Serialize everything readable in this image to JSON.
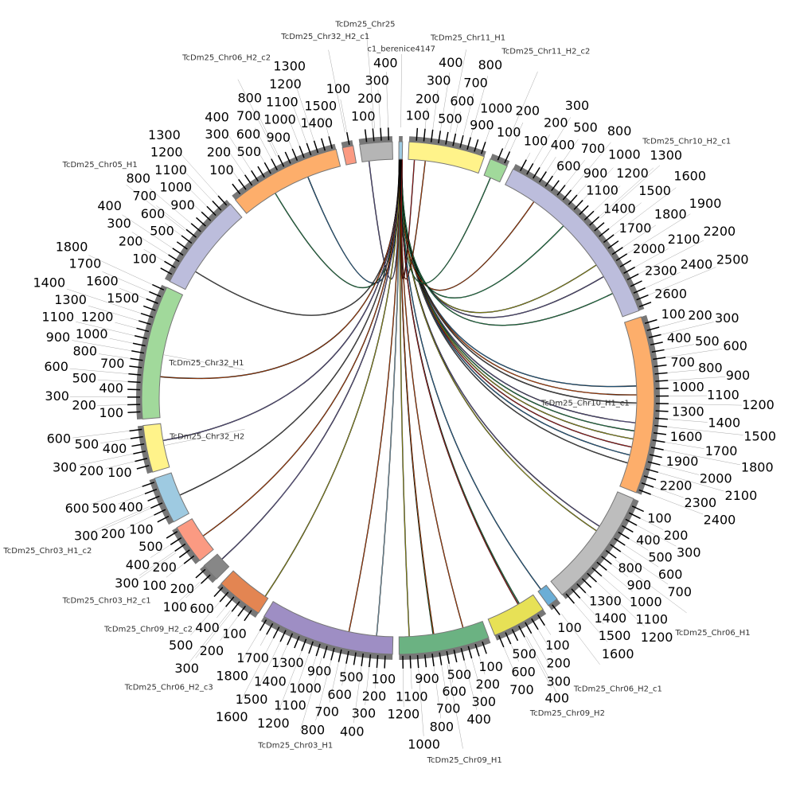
{
  "chart_data": {
    "type": "chord",
    "title": "",
    "tick_interval": 100,
    "sectors": [
      {
        "name": "c1_berenice4147",
        "length": 50,
        "color": "#9ecae1"
      },
      {
        "name": "TcDm25_Chr11_H1",
        "length": 1050,
        "color": "#fff38a"
      },
      {
        "name": "TcDm25_Chr11_H2_c2",
        "length": 250,
        "color": "#a1d99b"
      },
      {
        "name": "TcDm25_Chr10_H2_c1",
        "length": 2650,
        "color": "#bcbddc"
      },
      {
        "name": "TcDm25_Chr10_H1_c1",
        "length": 2450,
        "color": "#fdae6b"
      },
      {
        "name": "TcDm25_Chr06_H1",
        "length": 1650,
        "color": "#bdbdbd"
      },
      {
        "name": "TcDm25_Chr06_H2_c1",
        "length": 150,
        "color": "#6baed6"
      },
      {
        "name": "TcDm25_Chr09_H2",
        "length": 750,
        "color": "#e7e156"
      },
      {
        "name": "TcDm25_Chr09_H1",
        "length": 1250,
        "color": "#6bb282"
      },
      {
        "name": "TcDm25_Chr03_H1",
        "length": 1850,
        "color": "#9e8ec4"
      },
      {
        "name": "TcDm25_Chr06_H2_c3",
        "length": 650,
        "color": "#e38552"
      },
      {
        "name": "TcDm25_Chr09_H2_c2",
        "length": 250,
        "color": "#878787"
      },
      {
        "name": "TcDm25_Chr03_H2_c1",
        "length": 550,
        "color": "#fb9a82"
      },
      {
        "name": "TcDm25_Chr03_H1_c2",
        "length": 650,
        "color": "#9ecae1"
      },
      {
        "name": "TcDm25_Chr32_H2",
        "length": 650,
        "color": "#fff38a"
      },
      {
        "name": "TcDm25_Chr32_H1",
        "length": 1850,
        "color": "#a1d99b"
      },
      {
        "name": "TcDm25_Chr05_H1",
        "length": 1350,
        "color": "#bcbddc"
      },
      {
        "name": "TcDm25_Chr06_H2_c2",
        "length": 1550,
        "color": "#fdae6b"
      },
      {
        "name": "TcDm25_Chr32_H2_c1",
        "length": 150,
        "color": "#fb9a82"
      },
      {
        "name": "TcDm25_Chr25",
        "length": 450,
        "color": "#b5b5b5"
      }
    ],
    "links": [
      {
        "from": [
          0,
          5
        ],
        "to": [
          17,
          515
        ],
        "color": "#2ca25f"
      },
      {
        "from": [
          0,
          8
        ],
        "to": [
          17,
          1050
        ],
        "color": "#3182bd"
      },
      {
        "from": [
          0,
          10
        ],
        "to": [
          19,
          100
        ],
        "color": "#756bb1"
      },
      {
        "from": [
          0,
          6
        ],
        "to": [
          16,
          300
        ],
        "color": "#636363"
      },
      {
        "from": [
          0,
          12
        ],
        "to": [
          15,
          600
        ],
        "color": "#e6550d"
      },
      {
        "from": [
          0,
          14
        ],
        "to": [
          14,
          400
        ],
        "color": "#756bb1"
      },
      {
        "from": [
          0,
          15
        ],
        "to": [
          13,
          300
        ],
        "color": "#636363"
      },
      {
        "from": [
          0,
          16
        ],
        "to": [
          12,
          250
        ],
        "color": "#e6550d"
      },
      {
        "from": [
          0,
          18
        ],
        "to": [
          11,
          150
        ],
        "color": "#756bb1"
      },
      {
        "from": [
          0,
          20
        ],
        "to": [
          10,
          50
        ],
        "color": "#bcbd22"
      },
      {
        "from": [
          0,
          20
        ],
        "to": [
          9,
          650
        ],
        "color": "#e6550d"
      },
      {
        "from": [
          0,
          22
        ],
        "to": [
          9,
          240
        ],
        "color": "#9ecae1"
      },
      {
        "from": [
          0,
          24
        ],
        "to": [
          8,
          1100
        ],
        "color": "#bcbd22"
      },
      {
        "from": [
          0,
          25
        ],
        "to": [
          8,
          750
        ],
        "color": "#2ca25f"
      },
      {
        "from": [
          0,
          26
        ],
        "to": [
          8,
          740
        ],
        "color": "#e6550d"
      },
      {
        "from": [
          0,
          27
        ],
        "to": [
          8,
          300
        ],
        "color": "#e6550d"
      },
      {
        "from": [
          0,
          28
        ],
        "to": [
          7,
          240
        ],
        "color": "#2ca25f"
      },
      {
        "from": [
          0,
          29
        ],
        "to": [
          7,
          260
        ],
        "color": "#d62728"
      },
      {
        "from": [
          0,
          30
        ],
        "to": [
          6,
          100
        ],
        "color": "#3182bd"
      },
      {
        "from": [
          0,
          31
        ],
        "to": [
          5,
          570
        ],
        "color": "#756bb1"
      },
      {
        "from": [
          0,
          32
        ],
        "to": [
          5,
          650
        ],
        "color": "#bcbd22"
      },
      {
        "from": [
          0,
          33
        ],
        "to": [
          4,
          950
        ],
        "color": "#3182bd"
      },
      {
        "from": [
          0,
          34
        ],
        "to": [
          4,
          1080
        ],
        "color": "#e6550d"
      },
      {
        "from": [
          0,
          35
        ],
        "to": [
          4,
          1200
        ],
        "color": "#636363"
      },
      {
        "from": [
          0,
          36
        ],
        "to": [
          4,
          1490
        ],
        "color": "#756bb1"
      },
      {
        "from": [
          0,
          37
        ],
        "to": [
          4,
          1610
        ],
        "color": "#2ca25f"
      },
      {
        "from": [
          0,
          38
        ],
        "to": [
          4,
          1730
        ],
        "color": "#bcbd22"
      },
      {
        "from": [
          0,
          39
        ],
        "to": [
          4,
          1850
        ],
        "color": "#d62728"
      },
      {
        "from": [
          0,
          40
        ],
        "to": [
          4,
          1970
        ],
        "color": "#3182bd"
      },
      {
        "from": [
          0,
          41
        ],
        "to": [
          4,
          2090
        ],
        "color": "#636363"
      },
      {
        "from": [
          0,
          42
        ],
        "to": [
          3,
          490
        ],
        "color": "#e6550d"
      },
      {
        "from": [
          0,
          43
        ],
        "to": [
          3,
          1050
        ],
        "color": "#2ca25f"
      },
      {
        "from": [
          0,
          44
        ],
        "to": [
          3,
          1800
        ],
        "color": "#bcbd22"
      },
      {
        "from": [
          0,
          45
        ],
        "to": [
          3,
          2000
        ],
        "color": "#756bb1"
      },
      {
        "from": [
          0,
          46
        ],
        "to": [
          3,
          2280
        ],
        "color": "#2ca25f"
      },
      {
        "from": [
          0,
          47
        ],
        "to": [
          2,
          100
        ],
        "color": "#2ca25f"
      },
      {
        "from": [
          0,
          48
        ],
        "to": [
          1,
          250
        ],
        "color": "#e6550d"
      },
      {
        "from": [
          0,
          49
        ],
        "to": [
          1,
          90
        ],
        "color": "#d62728"
      }
    ]
  }
}
